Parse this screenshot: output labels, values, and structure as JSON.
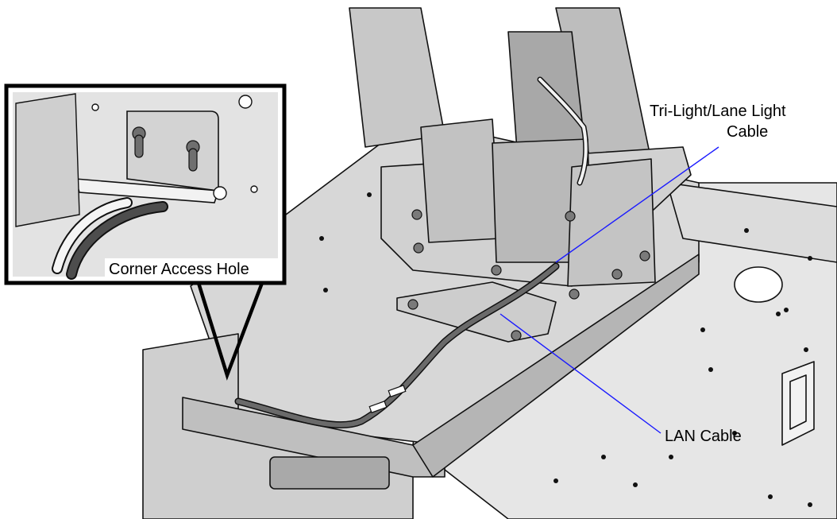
{
  "callouts": {
    "tri_light_cable": {
      "line1": "Tri-Light/Lane Light",
      "line2": "Cable"
    },
    "lan_cable": {
      "label": "LAN Cable"
    },
    "corner_access_hole": {
      "label": "Corner Access Hole"
    }
  },
  "colors": {
    "leader_line": "#1a1aff",
    "metal_light": "#d9d9d9",
    "metal_mid": "#bdbdbd",
    "metal_dark": "#8c8c8c",
    "cable": "#555555",
    "outline": "#111111"
  }
}
